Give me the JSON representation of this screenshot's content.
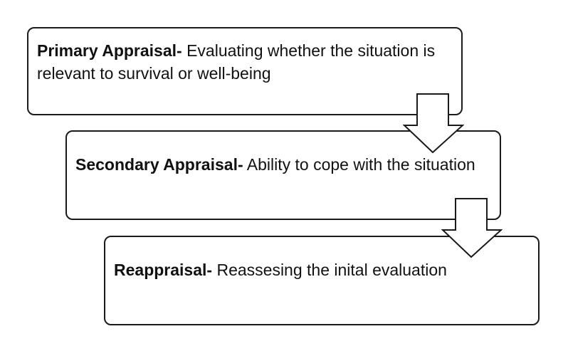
{
  "steps": [
    {
      "term": "Primary Appraisal-",
      "description": "Evaluating whether the situation is relevant to survival or well-being"
    },
    {
      "term": "Secondary Appraisal-",
      "description": "Ability to cope with the situation"
    },
    {
      "term": "Reappraisal-",
      "description": "Reassesing the inital evaluation"
    }
  ],
  "colors": {
    "border": "#1a1a1a",
    "background": "#ffffff",
    "text": "#111111"
  }
}
